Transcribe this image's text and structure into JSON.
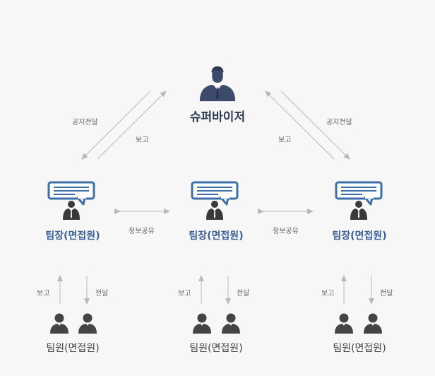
{
  "supervisor": {
    "label": "슈퍼바이저",
    "icon": "supervisor-person-icon"
  },
  "top_flows": {
    "left": {
      "notice": "공지전달",
      "report": "보고"
    },
    "right": {
      "notice": "공지전달",
      "report": "보고"
    }
  },
  "leaders": [
    {
      "label": "팀장(면접원)",
      "icon": "leader-with-speech-bubble-icon"
    },
    {
      "label": "팀장(면접원)",
      "icon": "leader-with-speech-bubble-icon"
    },
    {
      "label": "팀장(면접원)",
      "icon": "leader-with-speech-bubble-icon"
    }
  ],
  "peer_links": [
    {
      "label": "정보공유"
    },
    {
      "label": "정보공유"
    }
  ],
  "member_flows": [
    {
      "report": "보고",
      "deliver": "전달"
    },
    {
      "report": "보고",
      "deliver": "전달"
    },
    {
      "report": "보고",
      "deliver": "전달"
    }
  ],
  "members": [
    {
      "label": "팀원(면접원)",
      "icon": "two-people-icon"
    },
    {
      "label": "팀원(면접원)",
      "icon": "two-people-icon"
    },
    {
      "label": "팀원(면접원)",
      "icon": "two-people-icon"
    }
  ],
  "colors": {
    "supervisor": "#3d4a6b",
    "leader_text": "#3a5f9a",
    "bubble": "#3e6fa8",
    "person": "#444444",
    "arrow": "#b8b8b8"
  }
}
